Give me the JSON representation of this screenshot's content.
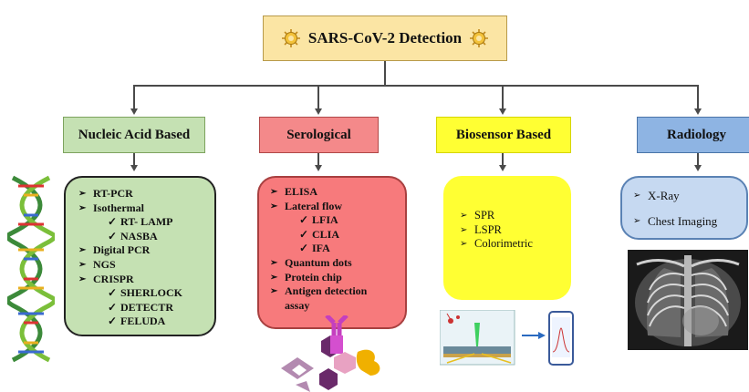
{
  "title": "SARS-CoV-2 Detection",
  "categories": [
    {
      "label": "Nucleic Acid Based"
    },
    {
      "label": "Serological"
    },
    {
      "label": "Biosensor Based"
    },
    {
      "label": "Radiology"
    }
  ],
  "nucleic": {
    "items": [
      {
        "text": "RT-PCR",
        "level": 0
      },
      {
        "text": "Isothermal",
        "level": 0
      },
      {
        "text": "RT- LAMP",
        "level": 1
      },
      {
        "text": "NASBA",
        "level": 1
      },
      {
        "text": "Digital PCR",
        "level": 0
      },
      {
        "text": "NGS",
        "level": 0
      },
      {
        "text": "CRISPR",
        "level": 0
      },
      {
        "text": "SHERLOCK",
        "level": 1
      },
      {
        "text": "DETECTR",
        "level": 1
      },
      {
        "text": "FELUDA",
        "level": 1
      }
    ]
  },
  "serological": {
    "items": [
      {
        "text": "ELISA",
        "level": 0
      },
      {
        "text": "Lateral flow",
        "level": 0
      },
      {
        "text": "LFIA",
        "level": 1
      },
      {
        "text": "CLIA",
        "level": 1
      },
      {
        "text": "IFA",
        "level": 1
      },
      {
        "text": "Quantum dots",
        "level": 0
      },
      {
        "text": "Protein chip",
        "level": 0
      },
      {
        "text": "Antigen detection",
        "level": 0
      },
      {
        "text": "assay",
        "level": 2
      }
    ]
  },
  "biosensor": {
    "items": [
      {
        "text": "SPR"
      },
      {
        "text": "LSPR"
      },
      {
        "text": "Colorimetric"
      }
    ]
  },
  "radiology": {
    "items": [
      {
        "text": "X-Ray"
      },
      {
        "text": "Chest Imaging"
      }
    ]
  },
  "bullet_symbols": {
    "level0": "➢",
    "level1": "✓"
  },
  "colors": {
    "title_bg": "#fbe5a4",
    "nucleic": "#c5e1b3",
    "serological": "#f4898a",
    "biosensor": "#ffff33",
    "radiology": "#8eb4e3",
    "connector": "#4a4a4a"
  },
  "icons": [
    "virus-icon",
    "dna-helix-illustration",
    "antibody-antigen-illustration",
    "biosensor-device-illustration",
    "chest-xray-image"
  ]
}
